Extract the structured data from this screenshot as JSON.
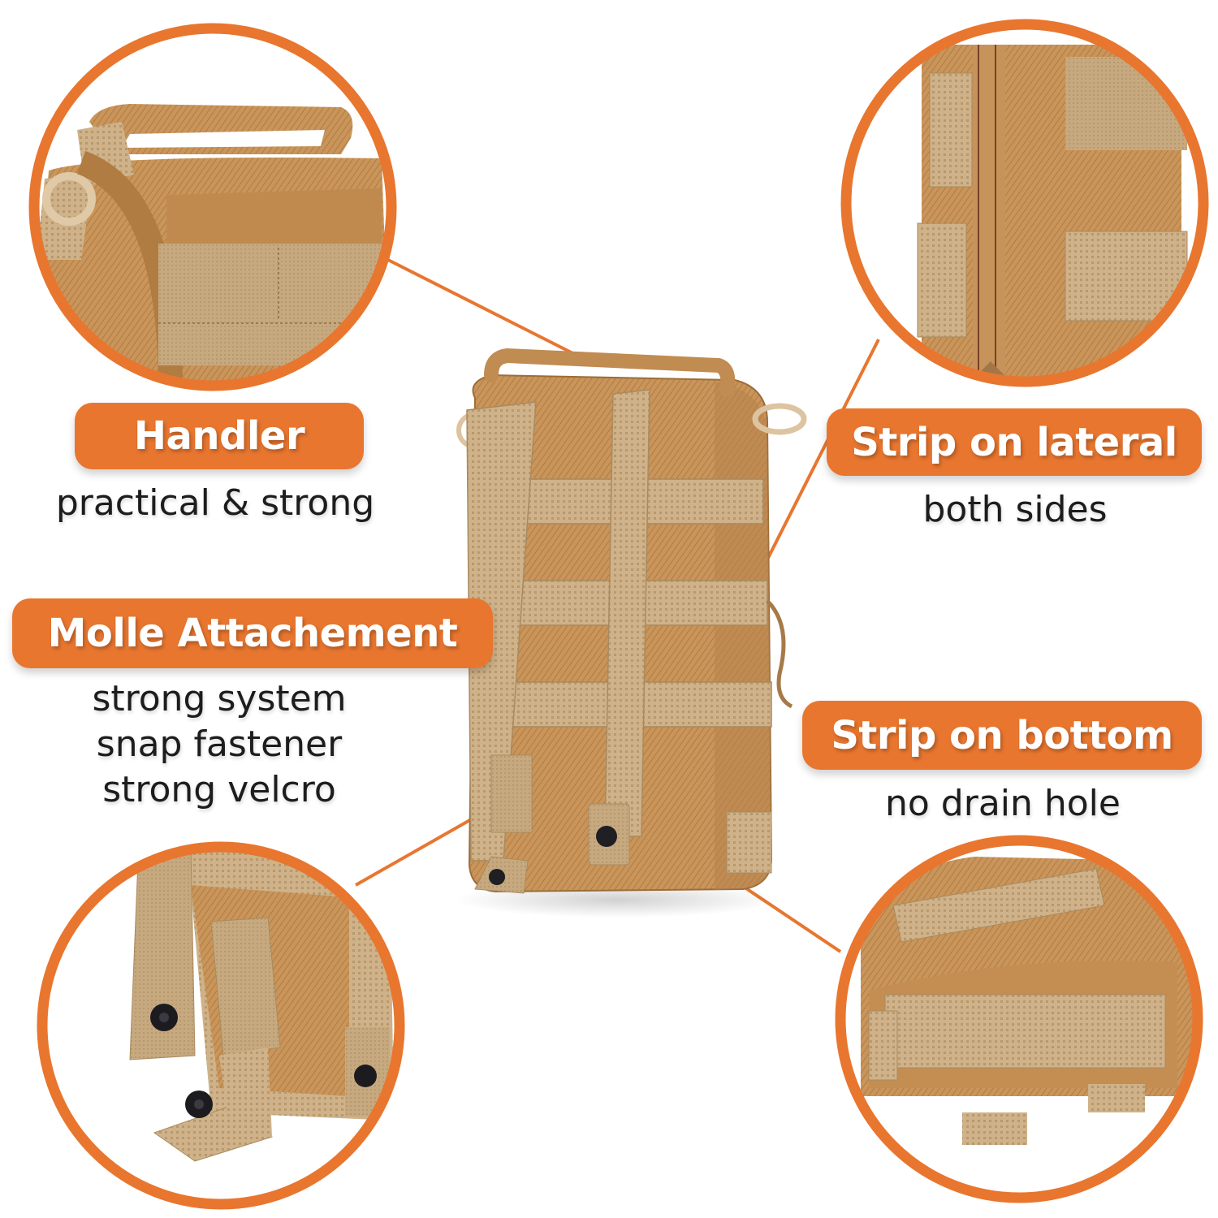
{
  "infographic": {
    "accent_color": "#E8762F",
    "product": "tactical molle pouch (tan/coyote)",
    "features": [
      {
        "id": "handler",
        "title": "Handler",
        "subtitle_lines": [
          "practical & strong"
        ],
        "detail_image": "handle-closeup",
        "position": "top-left"
      },
      {
        "id": "molle",
        "title": "Molle Attachement",
        "subtitle_lines": [
          "strong system",
          "snap fastener",
          "strong velcro"
        ],
        "detail_image": "snap-fastener-closeup",
        "position": "bottom-left"
      },
      {
        "id": "lateral",
        "title": "Strip on lateral",
        "subtitle_lines": [
          "both sides"
        ],
        "detail_image": "side-strip-zipper-closeup",
        "position": "top-right"
      },
      {
        "id": "bottom",
        "title": "Strip on bottom",
        "subtitle_lines": [
          "no drain hole"
        ],
        "detail_image": "bottom-strip-closeup",
        "position": "bottom-right"
      }
    ]
  }
}
